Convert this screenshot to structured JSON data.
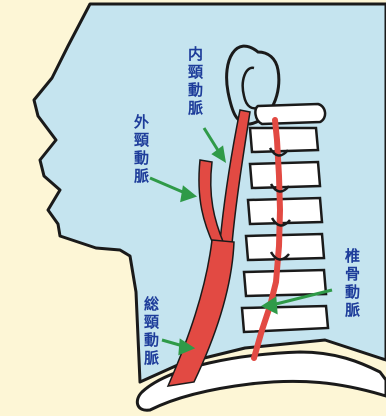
{
  "labels": {
    "internal_carotid": "内頸動脈",
    "external_carotid": "外頸動脈",
    "common_carotid": "総頸動脈",
    "vertebral": "椎骨動脈"
  },
  "colors": {
    "background": "#fdf6d6",
    "skin": "#c5e4ef",
    "outline": "#1a1a1a",
    "artery": "#e24a43",
    "bone": "#ffffff",
    "pointer": "#2f9a48",
    "label_text": "#1d3c9a"
  }
}
